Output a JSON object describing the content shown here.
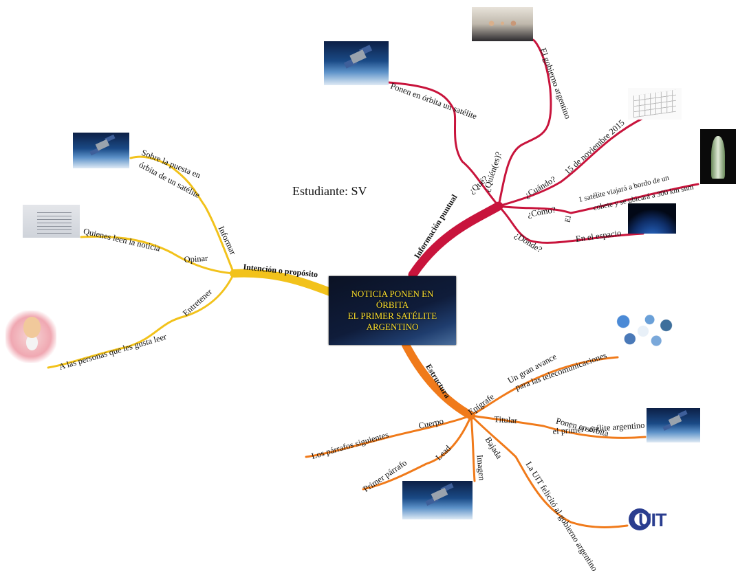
{
  "student": "Estudiante: SV",
  "central": {
    "line1": "NOTICIA PONEN EN",
    "line2": "ÓRBITA",
    "line3": "EL PRIMER SATÉLITE",
    "line4": "ARGENTINO"
  },
  "colors": {
    "informacion": "#c8143c",
    "intencion": "#f2c21b",
    "estructura": "#f07a1a"
  },
  "branches": {
    "informacion": {
      "label": "Información puntual",
      "que": {
        "label": "¿Qué?",
        "detail": "Ponen en órbita un satélite"
      },
      "quien": {
        "label": "¿Quién(es)?",
        "detail": "El gobierno argentino"
      },
      "cuando": {
        "label": "¿Cuándo?",
        "detail": "15 de noviembre 2015"
      },
      "como": {
        "label": "¿Cómo?",
        "detail_prefix": "El",
        "detail1": "1 satélite viajará a bordo de un",
        "detail2": "cohete y se ubicará a 300 km snm"
      },
      "donde": {
        "label": "¿Dónde?",
        "detail": "En el espacio"
      }
    },
    "intencion": {
      "label": "Intención o propósito",
      "informar": {
        "label": "Informar",
        "detail1": "Sobre la puesta en",
        "detail2": "órbita de un satélite"
      },
      "opinar": {
        "label": "Opinar",
        "detail": "Quienes leen la noticia"
      },
      "entretener": {
        "label": "Entretener",
        "detail": "A las personas que les gusta leer"
      }
    },
    "estructura": {
      "label": "Estructura",
      "epigrafe": {
        "label": "Epígrafe",
        "detail1": "Un gran avance",
        "detail2": "para las telecomunicaciones"
      },
      "titular": {
        "label": "Titular",
        "detail1": "Ponen en órbita",
        "detail2": "el primer satélite argentino"
      },
      "cuerpo": {
        "label": "Cuerpo",
        "detail": "Los párrafos siguientes"
      },
      "lead": {
        "label": "Lead",
        "detail": "Primer párrafo"
      },
      "imagen": {
        "label": "Imagen"
      },
      "bajada": {
        "label": "Bajada",
        "detail": "La UIT felicitó al gobierno argentino"
      }
    }
  },
  "logo": {
    "text": "UIT"
  },
  "images": [
    "satellite-image",
    "government-photo",
    "calendar-image",
    "rocket-image",
    "earth-image",
    "reading-newspaper-image",
    "cartoon-reader-image",
    "telecom-collage-image"
  ]
}
